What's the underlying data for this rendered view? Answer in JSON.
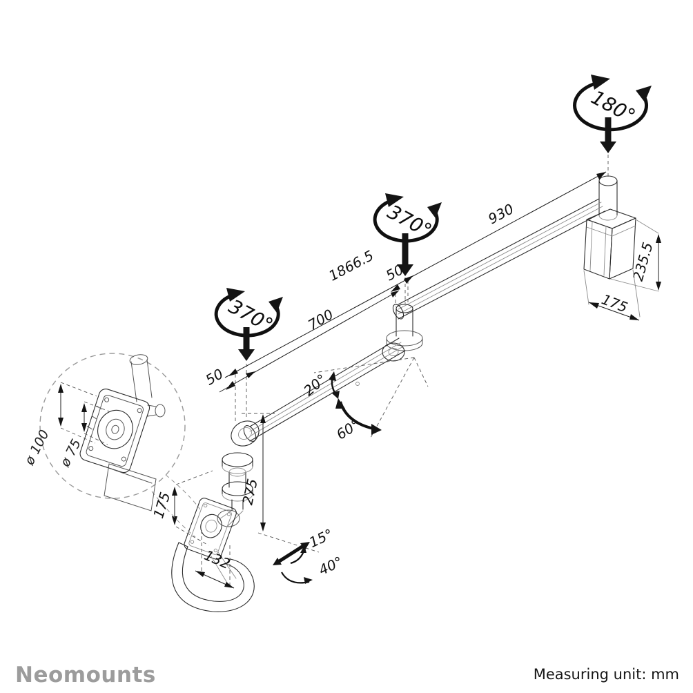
{
  "rotations": {
    "wall_swivel": "180°",
    "mid_swivel": "370°",
    "front_swivel": "370°"
  },
  "dims": {
    "rear_arm": "930",
    "total_reach": "1866.5",
    "mid_offset": "50",
    "front_offset": "50",
    "front_arm": "700",
    "bracket_height": "235.5",
    "bracket_width": "175",
    "drop_height": "275",
    "head_height": "175",
    "head_width": "132"
  },
  "angles": {
    "up_tilt": "20°",
    "down_tilt": "60°",
    "head_tilt": "15°",
    "head_swivel": "40°"
  },
  "vesa": {
    "outer": "ø 100",
    "inner": "ø 75"
  },
  "footer": {
    "brand": "Neomounts",
    "unit_note": "Measuring unit: mm"
  }
}
